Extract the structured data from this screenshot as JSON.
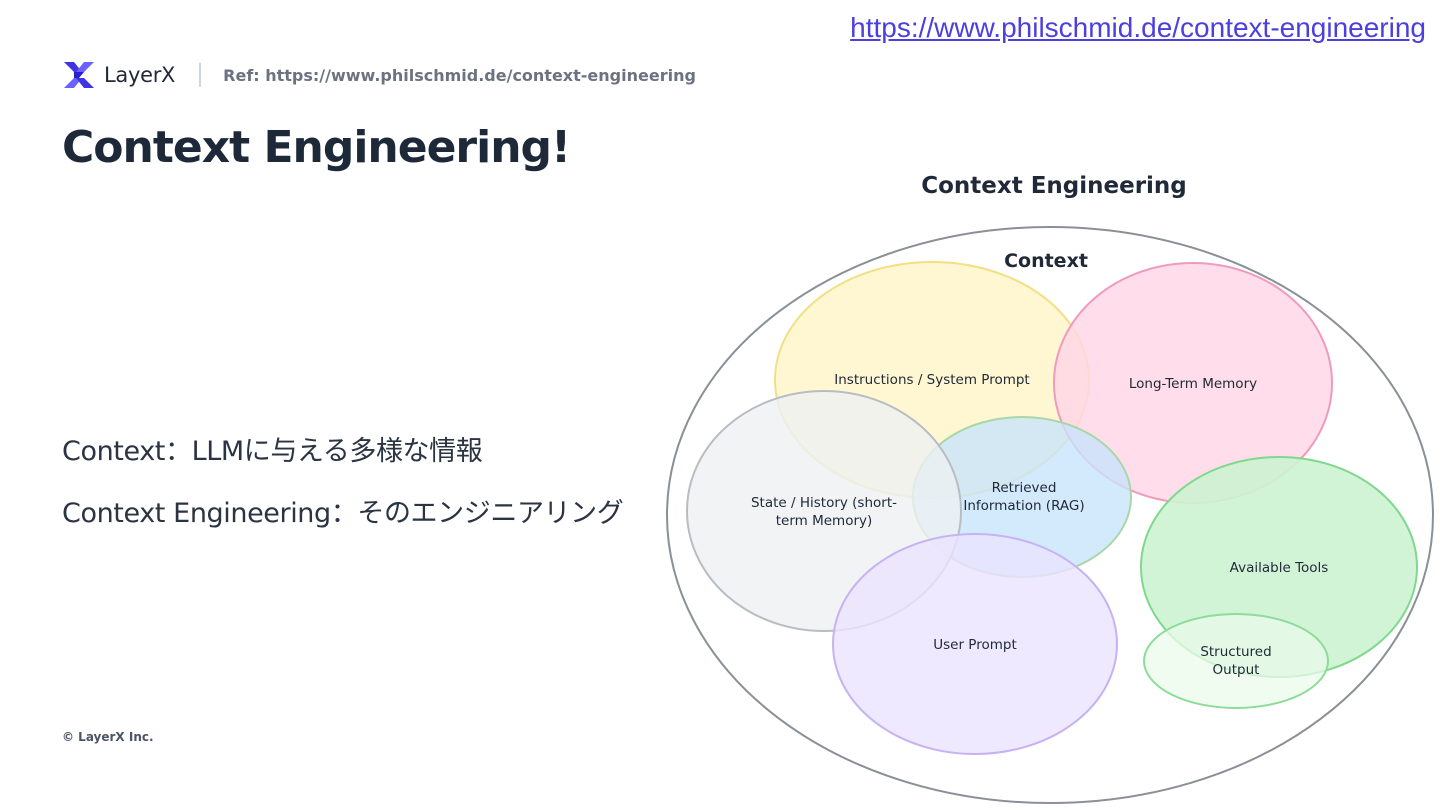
{
  "top_link": "https://www.philschmid.de/context-engineering",
  "header": {
    "logo_text": "LayerX",
    "ref": "Ref: https://www.philschmid.de/context-engineering"
  },
  "title": "Context Engineering!",
  "body_lines": [
    "Context：LLMに与える多様な情報",
    "Context Engineering：そのエンジニアリング"
  ],
  "footer": "© LayerX Inc.",
  "diagram": {
    "title": "Context Engineering",
    "context_label": "Context",
    "components": {
      "instructions": {
        "label": "Instructions / System Prompt",
        "fill": "#fff6c9",
        "stroke": "#f3df83"
      },
      "long_term_memory": {
        "label": "Long-Term Memory",
        "fill": "#ffd7e6",
        "stroke": "#ee9bbd"
      },
      "state_history": {
        "label_lines": [
          "State / History (short-",
          "term Memory)"
        ],
        "fill": "#eef0f3",
        "stroke": "#b8bdc4"
      },
      "retrieved": {
        "label_lines": [
          "Retrieved",
          "Information (RAG)"
        ],
        "fill": "#c8e4fb",
        "stroke": "#a9d7a8"
      },
      "user_prompt": {
        "label": "User Prompt",
        "fill": "#ebe3ff",
        "stroke": "#c7b2f2"
      },
      "available_tools": {
        "label": "Available Tools",
        "fill": "#cdf3d2",
        "stroke": "#7fd88c"
      },
      "structured_output": {
        "label_lines": [
          "Structured",
          "Output"
        ],
        "fill": "#eafbea",
        "stroke": "#8ddc97"
      }
    },
    "outline_color": "#8a9097"
  }
}
